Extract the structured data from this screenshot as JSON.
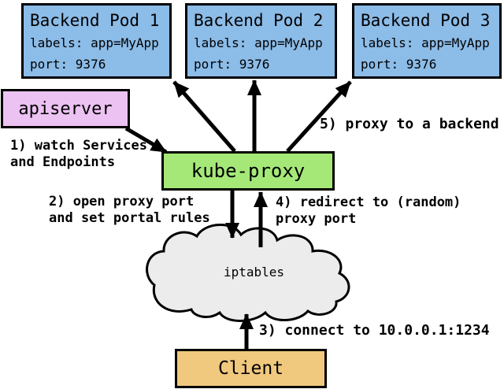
{
  "diagram": {
    "pods": [
      {
        "title": "Backend Pod 1",
        "labels": "labels: app=MyApp",
        "port": "port: 9376"
      },
      {
        "title": "Backend Pod 2",
        "labels": "labels: app=MyApp",
        "port": "port: 9376"
      },
      {
        "title": "Backend Pod 3",
        "labels": "labels: app=MyApp",
        "port": "port: 9376"
      }
    ],
    "apiserver": {
      "label": "apiserver"
    },
    "kube_proxy": {
      "label": "kube-proxy"
    },
    "iptables": {
      "label": "iptables"
    },
    "client": {
      "label": "Client"
    },
    "annotations": {
      "step1": "1) watch Services\nand Endpoints",
      "step2": "2) open proxy port\nand set portal rules",
      "step3": "3) connect to 10.0.0.1:1234",
      "step4": "4) redirect to (random)\nproxy port",
      "step5": "5) proxy to a backend"
    },
    "colors": {
      "pod_fill": "#8CBCE8",
      "apiserver_fill": "#ECC2F2",
      "kube_proxy_fill": "#A5E878",
      "client_fill": "#F0C87E",
      "cloud_fill": "#ECECEC",
      "border": "#000000",
      "background": "#FFFFFF"
    }
  }
}
